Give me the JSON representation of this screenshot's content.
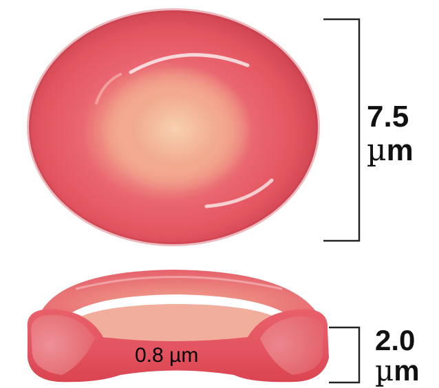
{
  "diagram": {
    "colors": {
      "cell_base": "#e24a55",
      "cell_highlight": "#f6c4a6",
      "cell_dark": "#b82e3a",
      "bracket": "#222222",
      "text": "#111111"
    },
    "top_view": {
      "diameter_value": "7.5",
      "diameter_unit_symbol": "µ",
      "diameter_unit_rest": "m"
    },
    "side_view": {
      "thickness_value": "2.0",
      "thickness_unit_symbol": "µ",
      "thickness_unit_rest": "m",
      "center_thickness_label": "0.8 µm"
    }
  }
}
